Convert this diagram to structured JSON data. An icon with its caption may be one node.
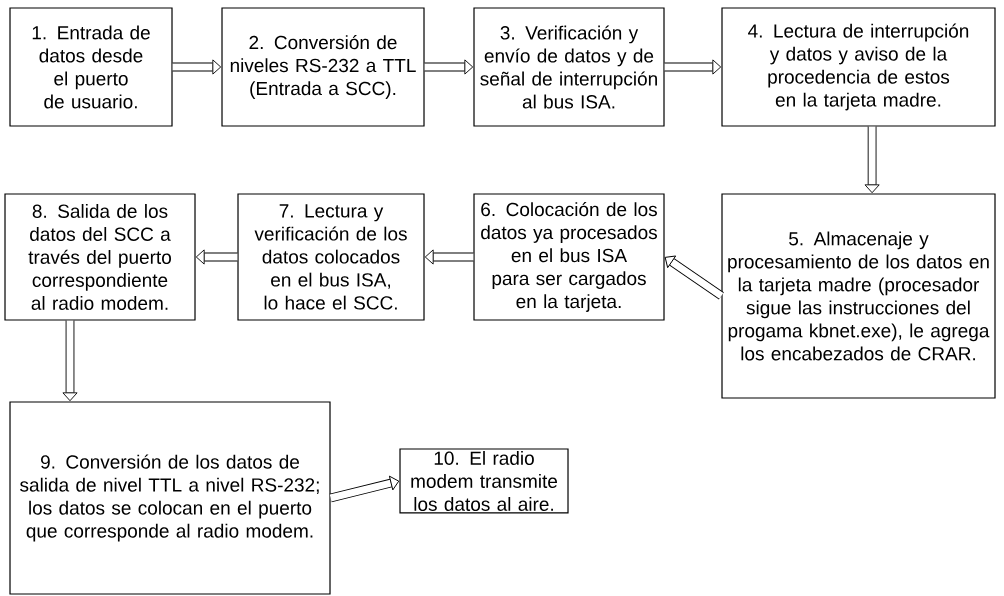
{
  "diagram": {
    "nodes": [
      {
        "text": [
          "1. Entrada de datos desde el puerto de usuario."
        ]
      },
      {
        "text": [
          "2. Conversión de niveles RS-232 a TTL (Entrada a SCC)."
        ]
      },
      {
        "text": [
          "3. Verificación y envío de datos y de señal de interrupción al bus ISA."
        ]
      },
      {
        "text": [
          "4. Lectura de interrupción y datos y aviso de la procedencia de estos en la tarjeta madre."
        ]
      },
      {
        "text": [
          "5. Almacenaje y procesamiento de los datos en la tarjeta madre (procesador sigue las instrucciones del progama kbnet.exe), le agrega los encabezados de CRAR."
        ]
      },
      {
        "text": [
          "6. Colocación de los datos ya procesados en el bus ISA para ser cargados en la tarjeta."
        ]
      },
      {
        "text": [
          "7. Lectura y verificación de los datos colocados en el bus ISA, lo hace el SCC."
        ]
      },
      {
        "text": [
          "8. Salida de los datos del SCC a través del puerto correspondiente al radio modem."
        ]
      },
      {
        "text": [
          "9. Conversión de los datos de salida de nivel TTL a nivel RS-232; los datos se colocan en el puerto que corresponde al radio modem."
        ]
      },
      {
        "text": [
          "10. El radio modem transmite los datos al aire."
        ]
      }
    ],
    "edges": [
      {
        "from": 0,
        "to": 1,
        "arrow": "to"
      },
      {
        "from": 1,
        "to": 2,
        "arrow": "to"
      },
      {
        "from": 2,
        "to": 3,
        "arrow": "to"
      },
      {
        "from": 3,
        "to": 4,
        "arrow": "to"
      },
      {
        "from": 4,
        "to": 5,
        "arrow": "to"
      },
      {
        "from": 5,
        "to": 6,
        "arrow": "to"
      },
      {
        "from": 6,
        "to": 7,
        "arrow": "to"
      },
      {
        "from": 7,
        "to": 8,
        "arrow": "to"
      },
      {
        "from": 8,
        "to": 9,
        "arrow": "to"
      }
    ]
  }
}
